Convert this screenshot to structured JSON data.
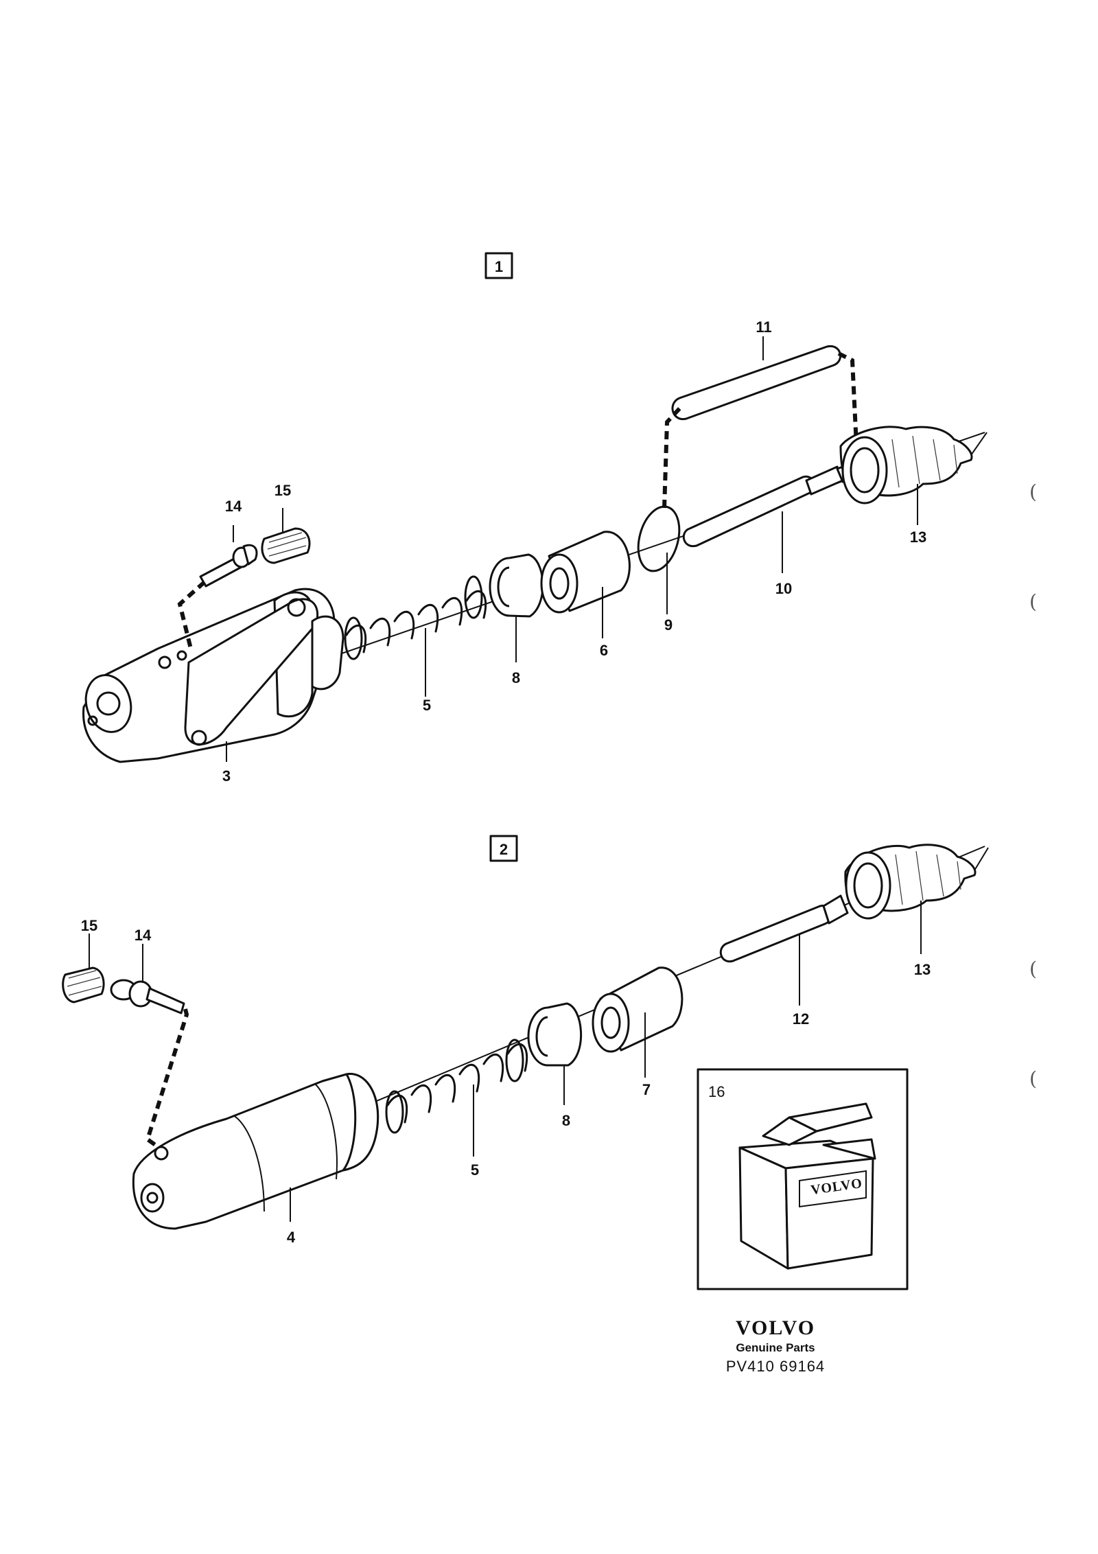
{
  "diagram": {
    "variant_1_label": "1",
    "variant_2_label": "2",
    "callouts_variant_1": [
      "3",
      "5",
      "8",
      "6",
      "9",
      "10",
      "11",
      "13",
      "14",
      "15"
    ],
    "callouts_variant_2": [
      "4",
      "5",
      "8",
      "7",
      "12",
      "13",
      "14",
      "15"
    ],
    "kit_label": "16",
    "kit_box_text": "VOLVO"
  },
  "brand": {
    "logo": "VOLVO",
    "subtitle": "Genuine Parts",
    "code": "PV410 69164"
  },
  "margin_marks": [
    "(",
    "(",
    "(",
    "("
  ]
}
